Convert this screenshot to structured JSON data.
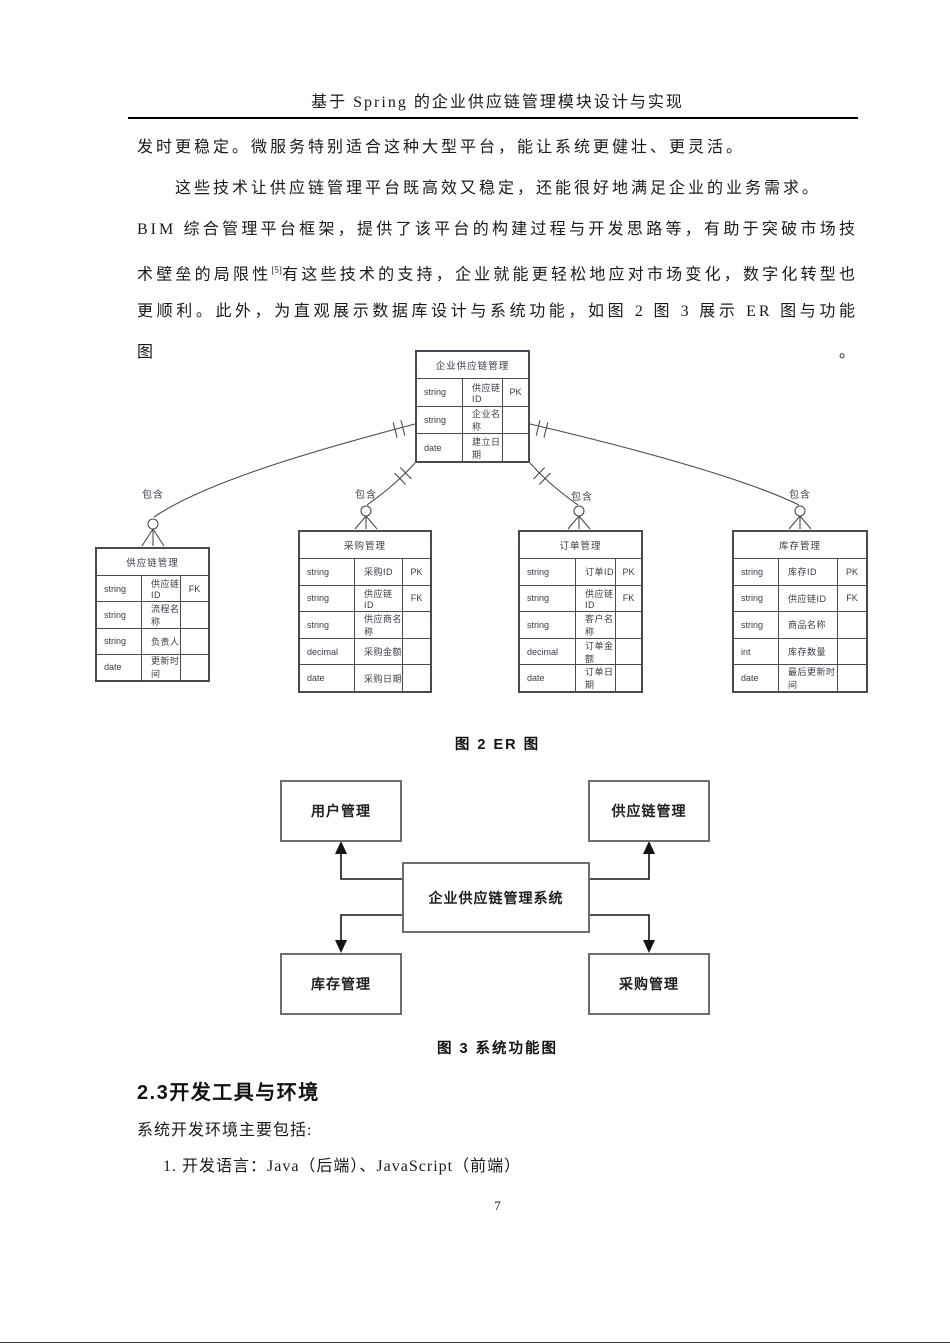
{
  "header": {
    "title": "基于 Spring 的企业供应链管理模块设计与实现"
  },
  "paragraphs": {
    "line1": "发时更稳定。微服务特别适合这种大型平台，能让系统更健壮、更灵活。",
    "line2": "这些技术让供应链管理平台既高效又稳定，还能很好地满足企业的业务需求。",
    "line3": "BIM 综合管理平台框架，提供了该平台的构建过程与开发思路等，有助于突破市场技",
    "line4a": "术壁垒的局限性",
    "line4sup": "[5]",
    "line4b": "有这些技术的支持，企业就能更轻松地应对市场变化，数字化转型也",
    "line5": "更顺利。此外，为直观展示数据库设计与系统功能，如图 2 图 3 展示 ER 图与功能图。"
  },
  "er": {
    "caption": "图 2 ER 图",
    "relation_label": "包含",
    "entities": {
      "enterprise": {
        "title": "企业供应链管理",
        "rows": [
          {
            "type": "string",
            "name": "供应链ID",
            "key": "PK"
          },
          {
            "type": "string",
            "name": "企业名称",
            "key": ""
          },
          {
            "type": "date",
            "name": "建立日期",
            "key": ""
          }
        ]
      },
      "supply": {
        "title": "供应链管理",
        "rows": [
          {
            "type": "string",
            "name": "供应链ID",
            "key": "FK"
          },
          {
            "type": "string",
            "name": "流程名称",
            "key": ""
          },
          {
            "type": "string",
            "name": "负责人",
            "key": ""
          },
          {
            "type": "date",
            "name": "更新时间",
            "key": ""
          }
        ]
      },
      "purchase": {
        "title": "采购管理",
        "rows": [
          {
            "type": "string",
            "name": "采购ID",
            "key": "PK"
          },
          {
            "type": "string",
            "name": "供应链ID",
            "key": "FK"
          },
          {
            "type": "string",
            "name": "供应商名称",
            "key": ""
          },
          {
            "type": "decimal",
            "name": "采购金额",
            "key": ""
          },
          {
            "type": "date",
            "name": "采购日期",
            "key": ""
          }
        ]
      },
      "order": {
        "title": "订单管理",
        "rows": [
          {
            "type": "string",
            "name": "订单ID",
            "key": "PK"
          },
          {
            "type": "string",
            "name": "供应链ID",
            "key": "FK"
          },
          {
            "type": "string",
            "name": "客户名称",
            "key": ""
          },
          {
            "type": "decimal",
            "name": "订单金额",
            "key": ""
          },
          {
            "type": "date",
            "name": "订单日期",
            "key": ""
          }
        ]
      },
      "inventory": {
        "title": "库存管理",
        "rows": [
          {
            "type": "string",
            "name": "库存ID",
            "key": "PK"
          },
          {
            "type": "string",
            "name": "供应链ID",
            "key": "FK"
          },
          {
            "type": "string",
            "name": "商品名称",
            "key": ""
          },
          {
            "type": "int",
            "name": "库存数量",
            "key": ""
          },
          {
            "type": "date",
            "name": "最后更新时间",
            "key": ""
          }
        ]
      }
    }
  },
  "functional": {
    "caption": "图 3 系统功能图",
    "center": "企业供应链管理系统",
    "top_left": "用户管理",
    "top_right": "供应链管理",
    "bottom_left": "库存管理",
    "bottom_right": "采购管理"
  },
  "section": {
    "heading": "2.3开发工具与环境",
    "intro": "系统开发环境主要包括:",
    "item1": "1. 开发语言：Java（后端）、JavaScript（前端）"
  },
  "page": {
    "number": "7"
  }
}
